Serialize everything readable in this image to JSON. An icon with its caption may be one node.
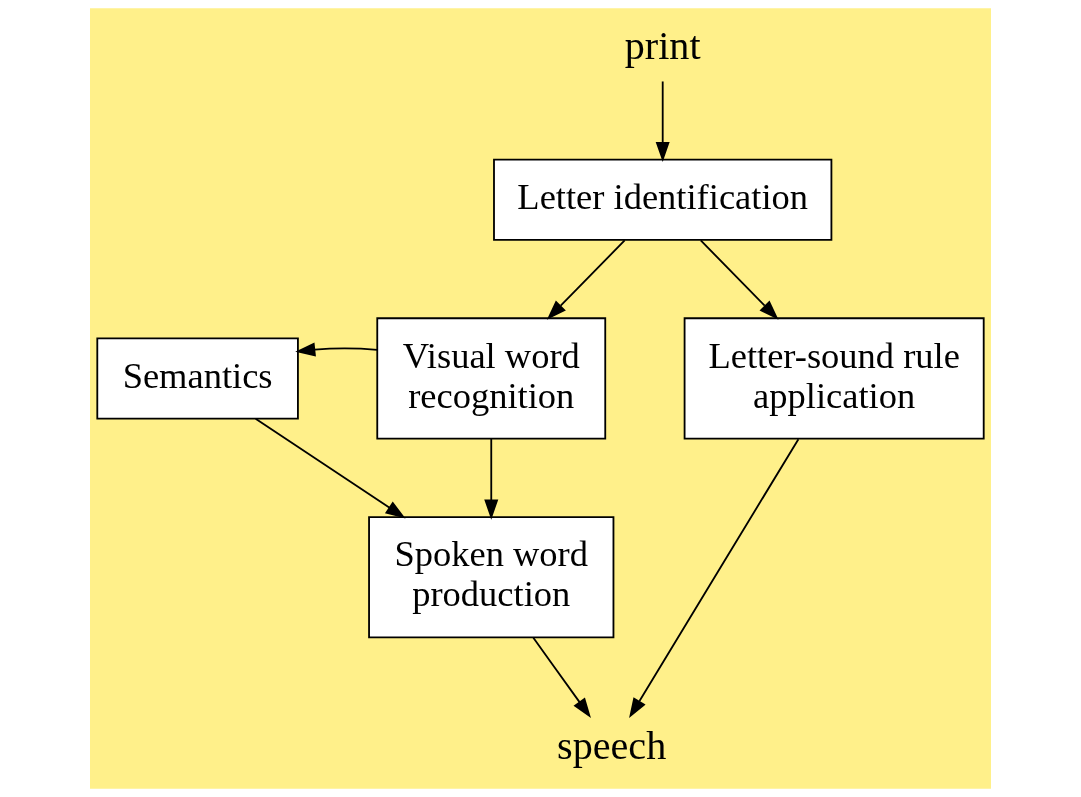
{
  "diagram": {
    "nodes": [
      {
        "text": [
          "print"
        ]
      },
      {
        "text": [
          "Letter identification"
        ]
      },
      {
        "text": [
          "Visual word recognition"
        ]
      },
      {
        "text": [
          "Semantics"
        ]
      },
      {
        "text": [
          "Spoken word production"
        ]
      },
      {
        "text": [
          "Letter-sound rule application"
        ]
      },
      {
        "text": [
          "speech"
        ]
      }
    ],
    "edges": [
      {
        "from": 0,
        "to": 1,
        "arrow": "to"
      },
      {
        "from": 1,
        "to": 2,
        "arrow": "to"
      },
      {
        "from": 1,
        "to": 5,
        "arrow": "to"
      },
      {
        "from": 2,
        "to": 3,
        "arrow": "to"
      },
      {
        "from": 3,
        "to": 4,
        "arrow": "to"
      },
      {
        "from": 2,
        "to": 4,
        "arrow": "to"
      },
      {
        "from": 4,
        "to": 6,
        "arrow": "to"
      },
      {
        "from": 5,
        "to": 6,
        "arrow": "to"
      }
    ]
  }
}
